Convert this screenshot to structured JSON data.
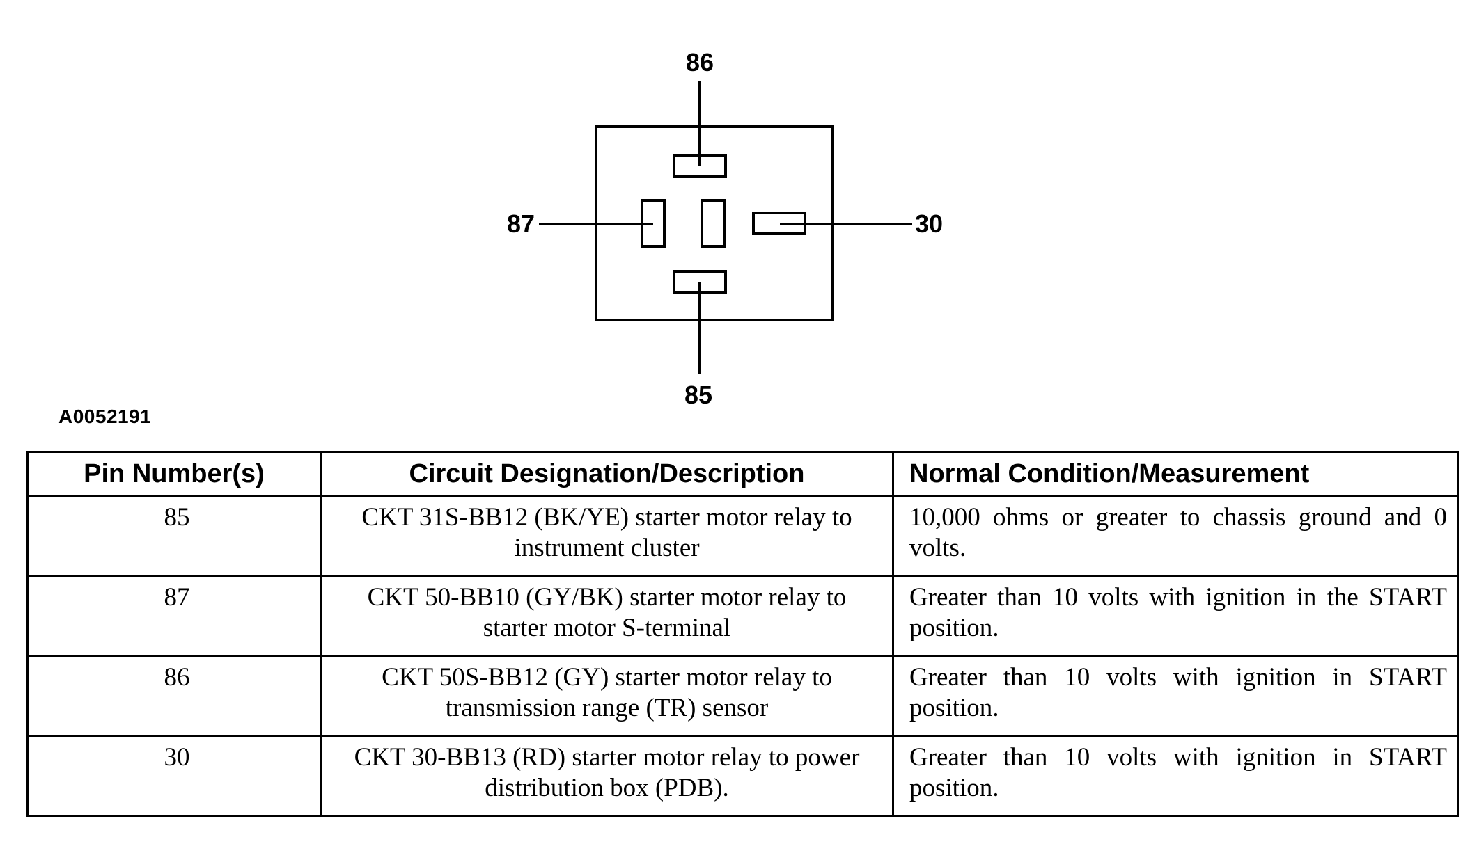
{
  "diagram": {
    "pins": {
      "top": "86",
      "left": "87",
      "right": "30",
      "bottom": "85"
    },
    "figure_id": "A0052191"
  },
  "table": {
    "headers": {
      "pin": "Pin Number(s)",
      "circuit": "Circuit Designation/Description",
      "measurement": "Normal Condition/Measurement"
    },
    "rows": [
      {
        "pin": "85",
        "circuit": "CKT 31S-BB12 (BK/YE) starter motor relay to instrument cluster",
        "measurement": "10,000 ohms or greater to chassis ground and 0 volts."
      },
      {
        "pin": "87",
        "circuit": "CKT 50-BB10 (GY/BK) starter motor relay to starter motor S-terminal",
        "measurement": "Greater than 10 volts with ignition in the START position."
      },
      {
        "pin": "86",
        "circuit": "CKT 50S-BB12 (GY) starter motor relay to transmission range (TR) sensor",
        "measurement": "Greater than 10 volts with ignition in START position."
      },
      {
        "pin": "30",
        "circuit": "CKT 30-BB13 (RD) starter motor relay to power distribution box (PDB).",
        "measurement": "Greater than 10 volts with ignition in START position."
      }
    ]
  }
}
